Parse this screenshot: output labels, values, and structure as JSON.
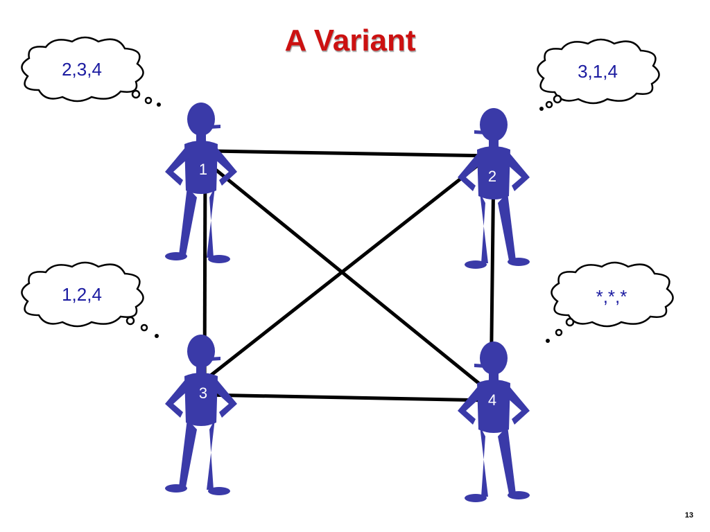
{
  "title": "A Variant",
  "page_number": "13",
  "colors": {
    "title": "#cc1111",
    "figure": "#3a3aa8",
    "bubble_text": "#1a1aa0",
    "edge": "#000000"
  },
  "nodes": [
    {
      "id": "1",
      "label": "1",
      "thought": "2,3,4"
    },
    {
      "id": "2",
      "label": "2",
      "thought": "3,1,4"
    },
    {
      "id": "3",
      "label": "3",
      "thought": "1,2,4"
    },
    {
      "id": "4",
      "label": "4",
      "thought": "*,*,*"
    }
  ],
  "edges": [
    [
      "1",
      "2"
    ],
    [
      "1",
      "3"
    ],
    [
      "1",
      "4"
    ],
    [
      "2",
      "3"
    ],
    [
      "2",
      "4"
    ],
    [
      "3",
      "4"
    ]
  ]
}
